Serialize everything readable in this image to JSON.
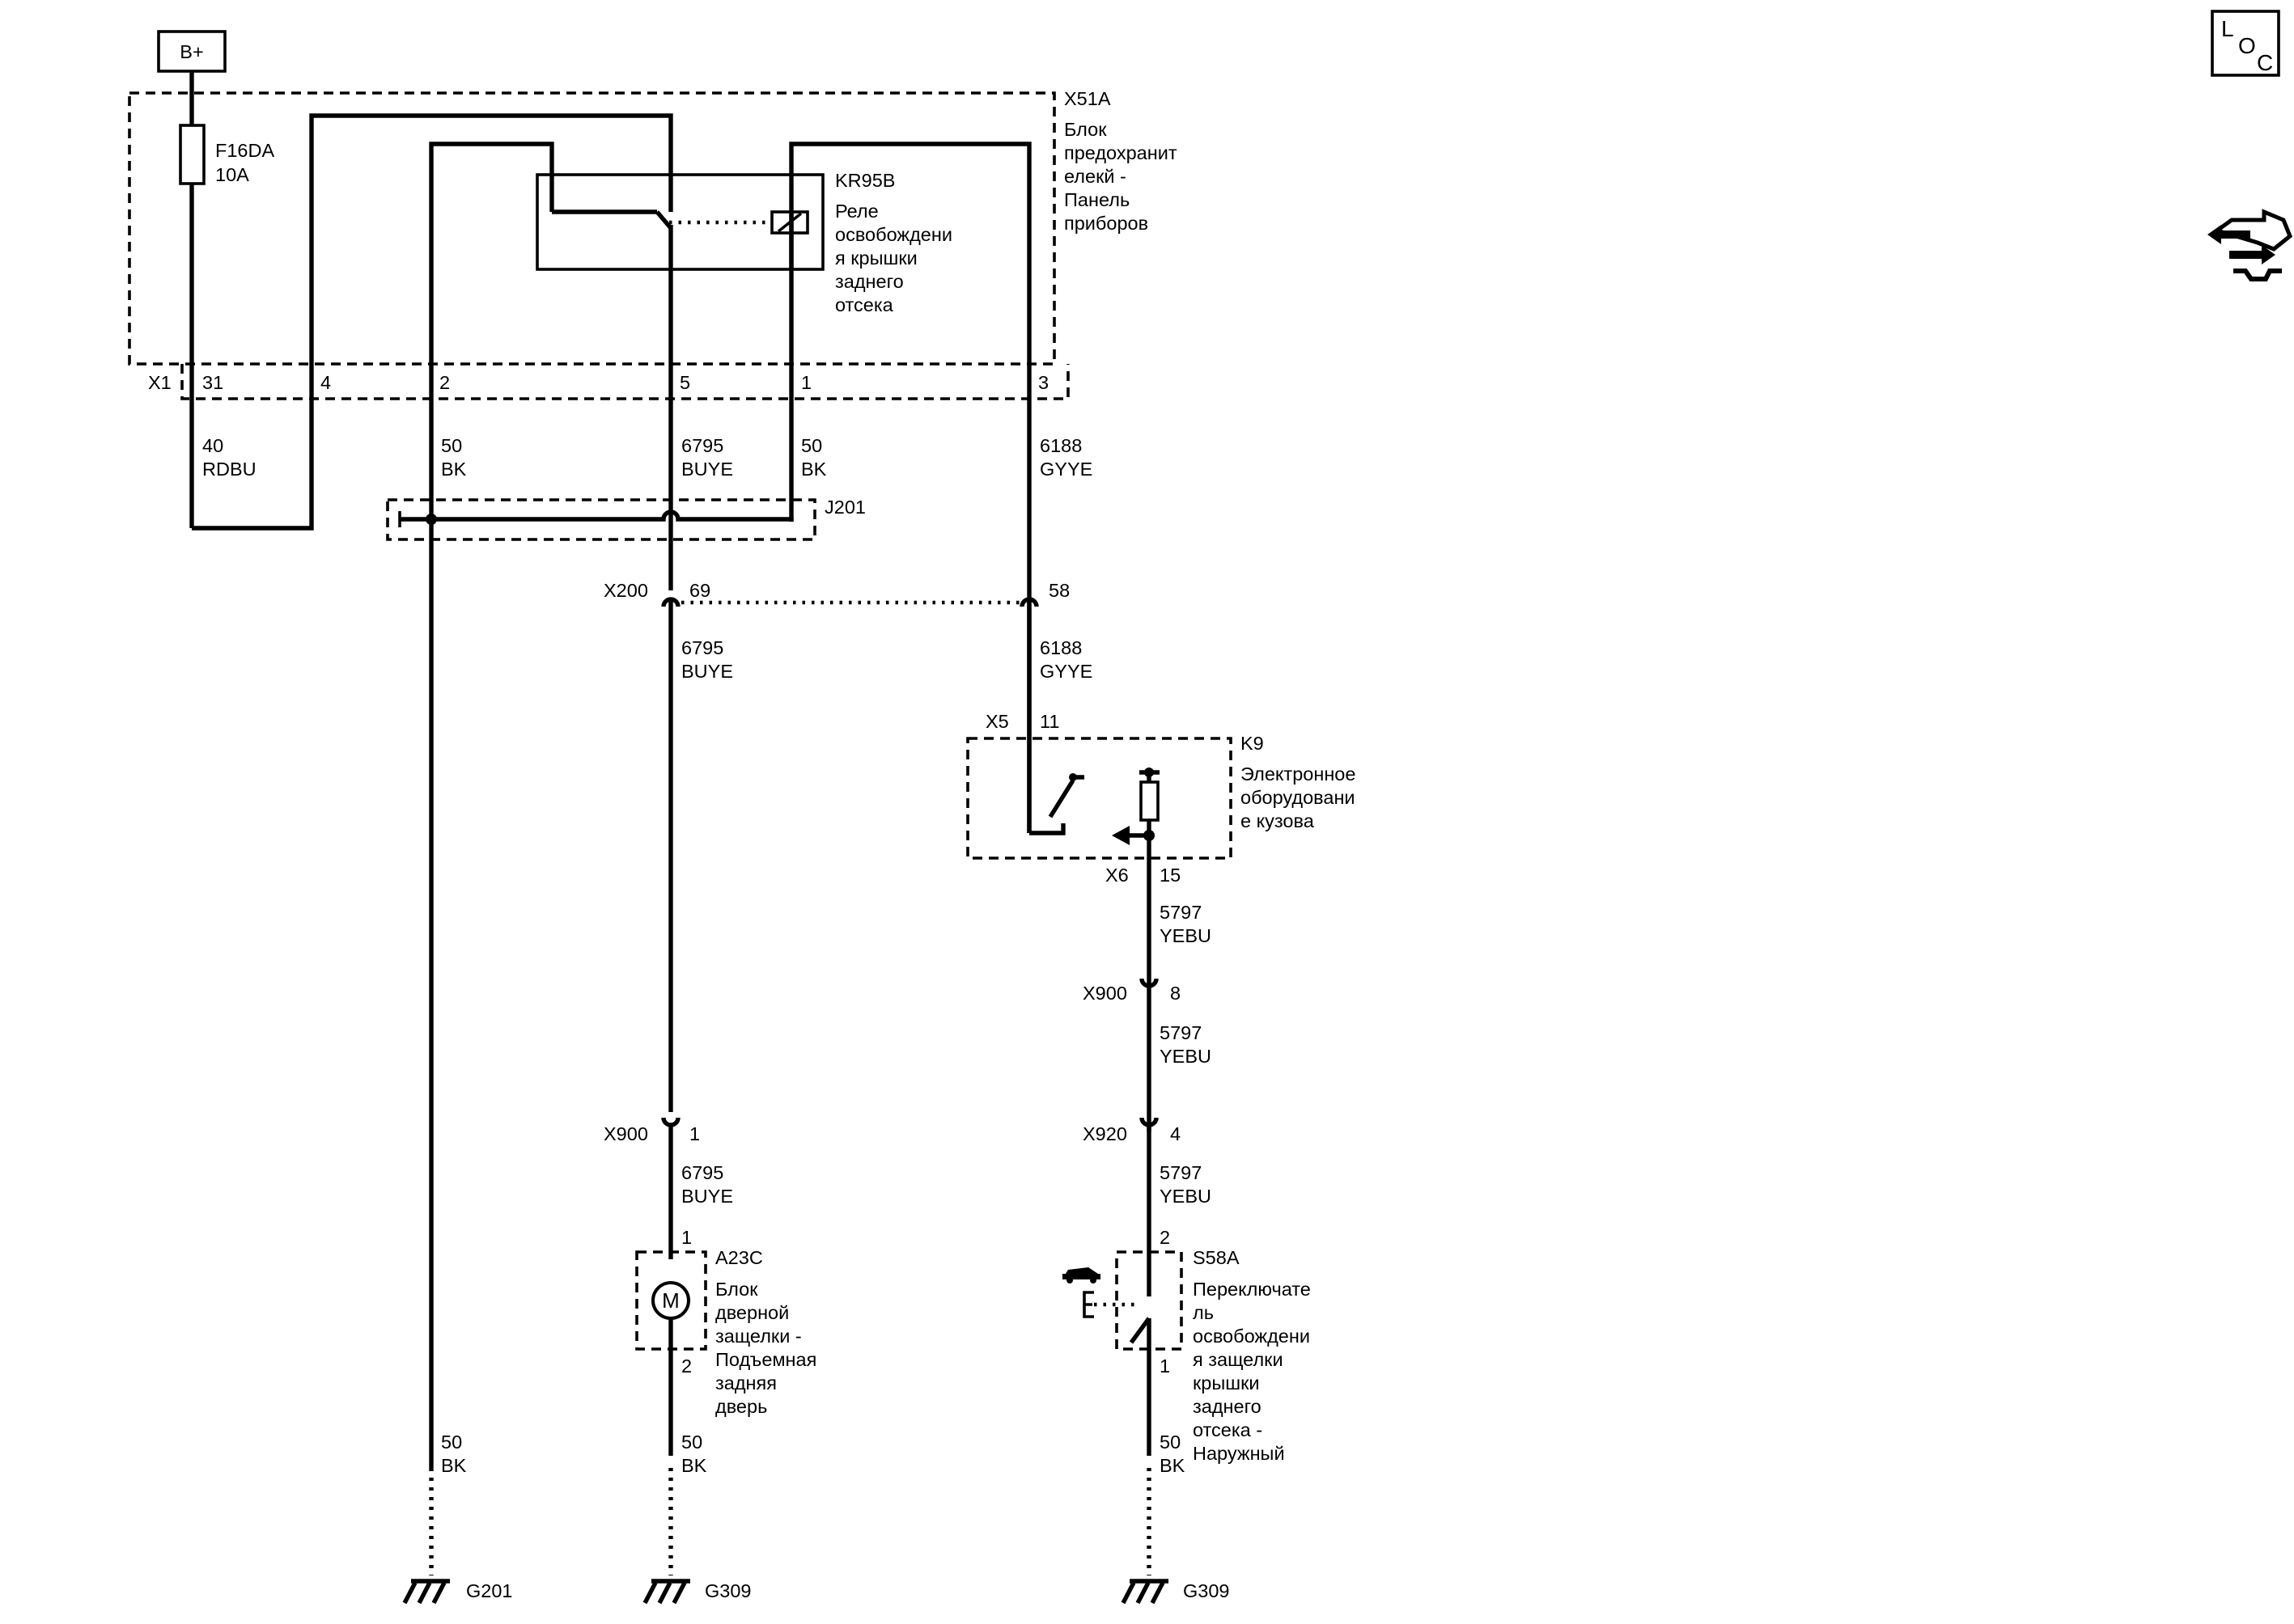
{
  "top": {
    "power": "B+",
    "fuse": {
      "name": "F16DA",
      "rating": "10A"
    }
  },
  "fuse_block": {
    "id": "X51A",
    "lines": [
      "Блок",
      "предохранит",
      "елекй -",
      "Панель",
      "приборов"
    ],
    "connector": "X1",
    "pins": [
      "31",
      "4",
      "2",
      "5",
      "1",
      "3"
    ]
  },
  "relay": {
    "id": "KR95B",
    "lines": [
      "Реле",
      "освобождени",
      "я крышки",
      "заднего",
      "отсека"
    ]
  },
  "wires": {
    "w40": {
      "num": "40",
      "color": "RDBU"
    },
    "w50a": {
      "num": "50",
      "color": "BK"
    },
    "w6795a": {
      "num": "6795",
      "color": "BUYE"
    },
    "w50b": {
      "num": "50",
      "color": "BK"
    },
    "w6188a": {
      "num": "6188",
      "color": "GYYE"
    },
    "w6795b": {
      "num": "6795",
      "color": "BUYE"
    },
    "w6188b": {
      "num": "6188",
      "color": "GYYE"
    },
    "w5797a": {
      "num": "5797",
      "color": "YEBU"
    },
    "w5797b": {
      "num": "5797",
      "color": "YEBU"
    },
    "w6795c": {
      "num": "6795",
      "color": "BUYE"
    },
    "w5797c": {
      "num": "5797",
      "color": "YEBU"
    },
    "w50c": {
      "num": "50",
      "color": "BK"
    },
    "w50d": {
      "num": "50",
      "color": "BK"
    },
    "w50e": {
      "num": "50",
      "color": "BK"
    }
  },
  "splice": {
    "id": "J201"
  },
  "inline_connectors": {
    "x200": {
      "id": "X200",
      "pin_a": "69",
      "pin_b": "58"
    },
    "x900a": {
      "id": "X900",
      "pin": "1"
    },
    "x900b": {
      "id": "X900",
      "pin": "8"
    },
    "x920": {
      "id": "X920",
      "pin": "4"
    }
  },
  "bcm": {
    "id": "K9",
    "lines": [
      "Электронное",
      "оборудовани",
      "е кузова"
    ],
    "in_connector": "X5",
    "in_pin": "11",
    "out_connector": "X6",
    "out_pin": "15"
  },
  "motor": {
    "id": "A23C",
    "symbol": "M",
    "pin_top": "1",
    "pin_bottom": "2",
    "lines": [
      "Блок",
      "дверной",
      "защелки -",
      "Подъемная",
      "задняя",
      "дверь"
    ]
  },
  "switch": {
    "id": "S58A",
    "pin_top": "2",
    "pin_bottom": "1",
    "lines": [
      "Переключате",
      "ль",
      "освобождени",
      "я защелки",
      "крышки",
      "заднего",
      "отсека -",
      "Наружный"
    ]
  },
  "grounds": [
    "G201",
    "G309",
    "G309"
  ],
  "loc_icon": {
    "l": "L",
    "o": "O",
    "c": "C"
  },
  "icons": {
    "loc": "loc-icon",
    "diagnostic": "diagnostic-tool-icon",
    "car": "car-icon"
  }
}
